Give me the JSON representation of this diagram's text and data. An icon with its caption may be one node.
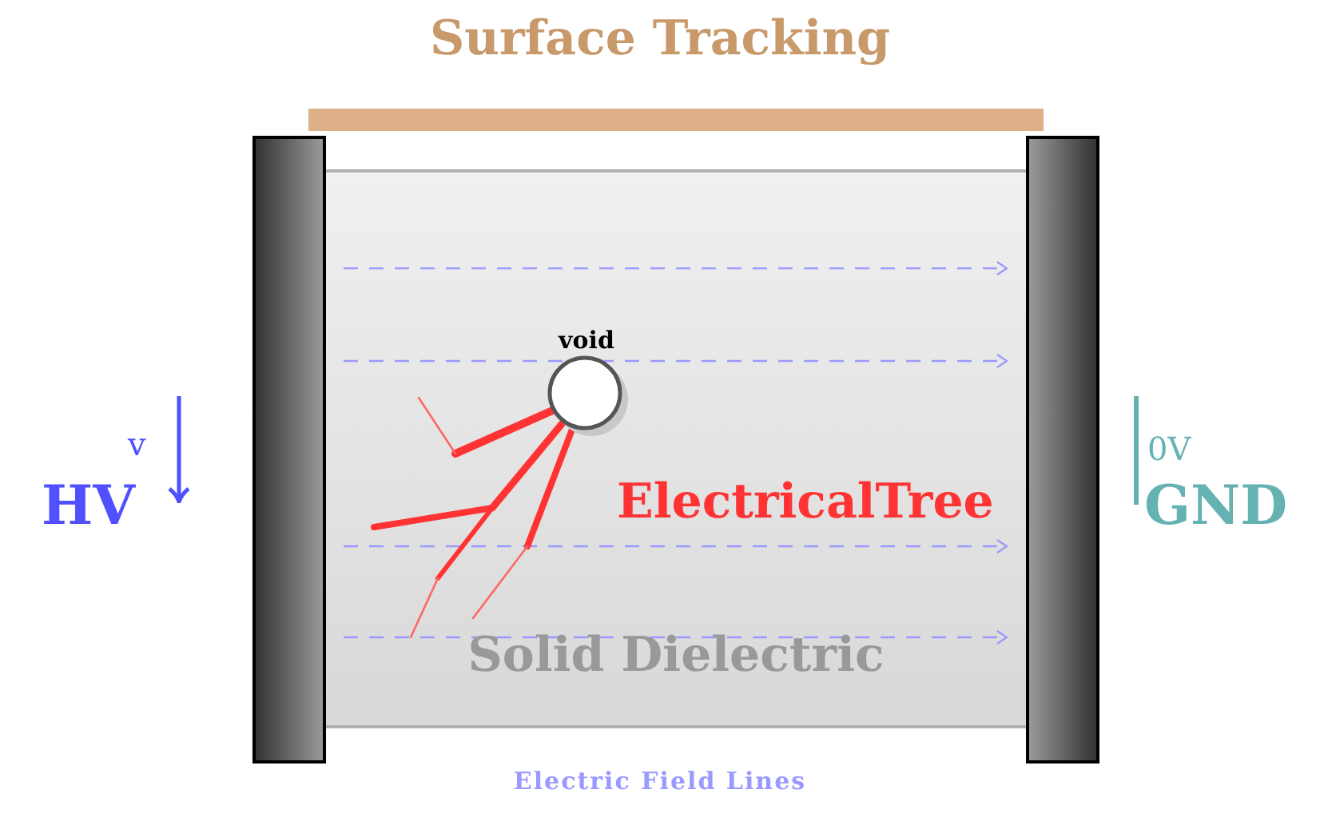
{
  "diagram": {
    "nodes": [
      {
        "text": [],
        "shape": "bar"
      },
      {
        "text": [
          "Solid Dielectric"
        ]
      },
      {
        "text": [
          "void"
        ],
        "in": 1
      },
      {
        "text": [],
        "shape": "bar"
      }
    ],
    "edges": [],
    "labels": [
      "Surface Tracking",
      "v",
      "HV",
      "0V",
      "GND",
      "ElectricalTree",
      "Electric Field Lines"
    ]
  }
}
